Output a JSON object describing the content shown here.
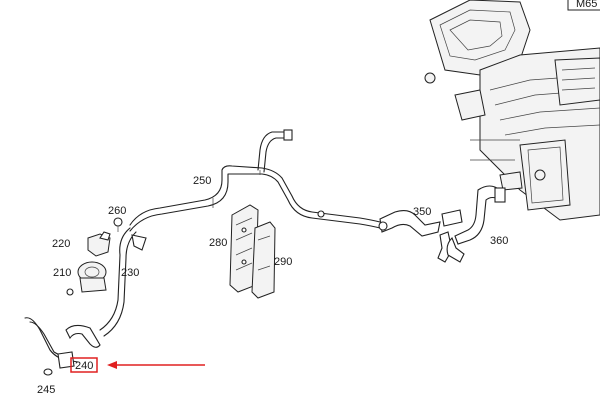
{
  "diagram": {
    "corner_tag": "M65",
    "parts": [
      {
        "id": "250",
        "label": "250",
        "name": "coolant-line"
      },
      {
        "id": "260",
        "label": "260",
        "name": "bolt"
      },
      {
        "id": "220",
        "label": "220",
        "name": "sensor"
      },
      {
        "id": "210",
        "label": "210",
        "name": "auxiliary-water-pump"
      },
      {
        "id": "230",
        "label": "230",
        "name": "hose"
      },
      {
        "id": "280",
        "label": "280",
        "name": "bracket"
      },
      {
        "id": "290",
        "label": "290",
        "name": "cover"
      },
      {
        "id": "350",
        "label": "350",
        "name": "hose"
      },
      {
        "id": "360",
        "label": "360",
        "name": "hose"
      },
      {
        "id": "240",
        "label": "240",
        "name": "hose",
        "highlighted": true
      },
      {
        "id": "245",
        "label": "245",
        "name": "clamp"
      }
    ],
    "highlight_color": "#e02020",
    "arrow_color": "#e02020"
  }
}
